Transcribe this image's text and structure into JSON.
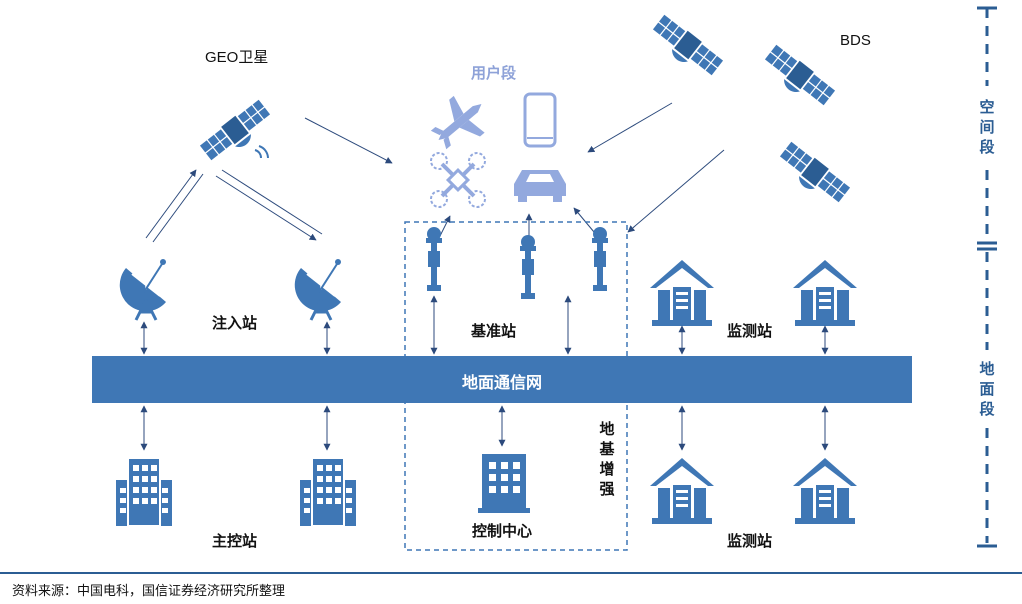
{
  "labels": {
    "geo_satellite": "GEO卫星",
    "bds": "BDS",
    "user_segment": "用户段",
    "injection_station": "注入站",
    "reference_station": "基准站",
    "monitor_station_top": "监测站",
    "monitor_station_bottom": "监测站",
    "ground_network": "地面通信网",
    "master_control_station": "主控站",
    "control_center": "控制中心",
    "ground_augmentation": "地基增强",
    "space_segment": "空间段",
    "ground_segment": "地面段"
  },
  "footer": {
    "source": "资料来源：中国电科，国信证券经济研究所整理"
  },
  "colors": {
    "primary": "#3f77b5",
    "dark": "#2b5d93",
    "light_icon": "#93a9de",
    "user_label": "#8ea2d8",
    "line": "#2c4a7c"
  }
}
